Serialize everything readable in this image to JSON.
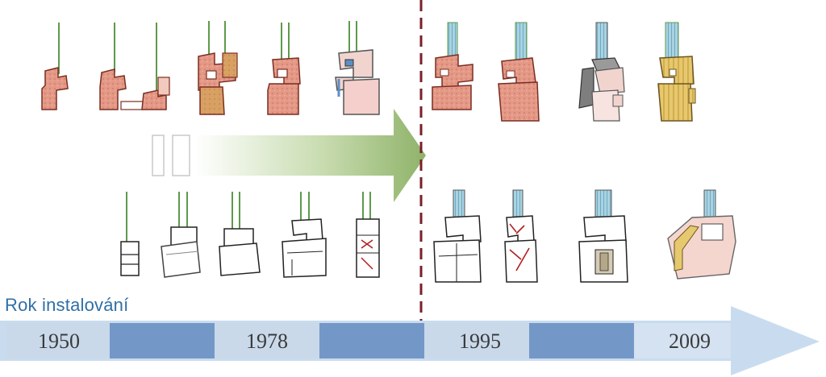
{
  "timeline": {
    "caption": "Rok instalování",
    "years": [
      "1950",
      "1978",
      "1995",
      "2009"
    ]
  },
  "colors": {
    "wood": "#e49886",
    "wood_dark": "#7a2e22",
    "wood_light": "#f2c9bd",
    "oak": "#d9a064",
    "pine": "#e6c86e",
    "pvc_outline": "#444444",
    "glass": "#8fc3d6",
    "glass_pane": "#5e9a4c",
    "arrow_green": "#8fb36a",
    "divider": "#7a1f2a",
    "band_light": "#c9d9ea",
    "band_dark": "#7096c8",
    "timeline_arrow": "#c4d7ec",
    "caption_blue": "#2f6fa6"
  }
}
